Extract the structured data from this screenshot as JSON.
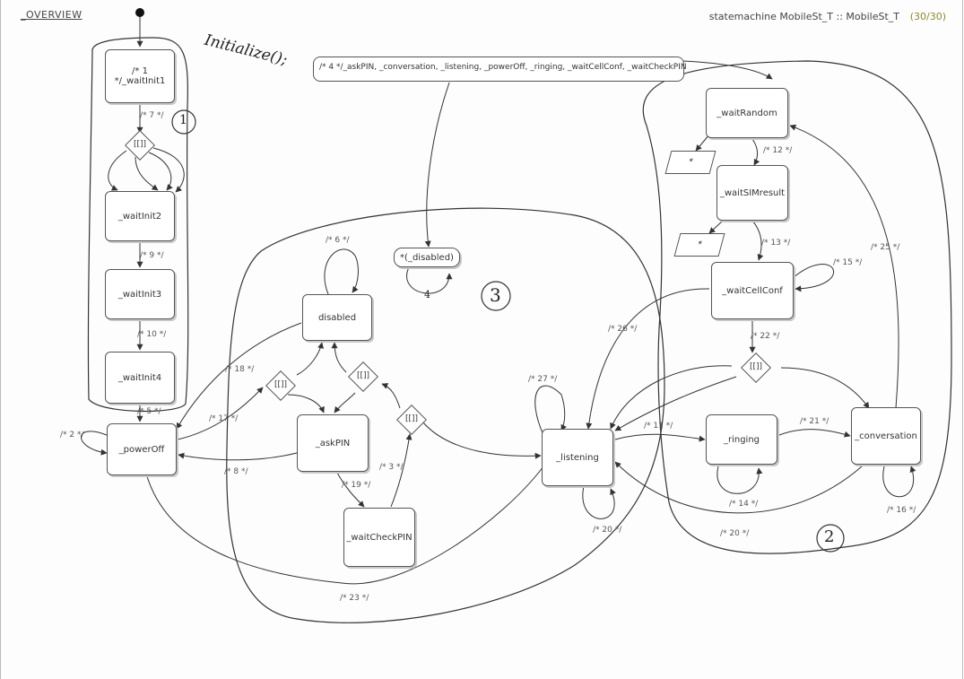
{
  "header": {
    "overview": "_OVERVIEW",
    "statemachine": "statemachine MobileSt_T :: MobileSt_T",
    "counter": "(30/30)"
  },
  "states": {
    "waitInit1": "/* 1 */_waitInit1",
    "waitInit2": "_waitInit2",
    "waitInit3": "_waitInit3",
    "waitInit4": "_waitInit4",
    "powerOff": "_powerOff",
    "disabled": "disabled",
    "askPIN": "_askPIN",
    "waitCheckPIN": "_waitCheckPIN",
    "listening": "_listening",
    "ringing": "_ringing",
    "conversation": "_conversation",
    "waitRandom": "_waitRandom",
    "waitSIMresult": "_waitSIMresult",
    "waitCellConf": "_waitCellConf",
    "disabledSub": "*(_disabled)"
  },
  "choices": {
    "c1": "[[]]",
    "c2": "[[]]",
    "c3": "[[]]",
    "c4": "[[]]",
    "c5": "[[]]"
  },
  "note": "/* 4 */_askPIN, _conversation, _listening, _powerOff, _ringing, _waitCellConf, _waitCheckPIN",
  "parallelograms": {
    "p1": "*",
    "p2": "*"
  },
  "transitions": {
    "t7": "/* 7 */",
    "t9": "/* 9 */",
    "t10a": "/* 10 */",
    "t5": "/* 5 */",
    "t2": "/* 2 */",
    "t6": "/* 6 */",
    "t18": "/* 18 */",
    "t17": "/* 17 */",
    "t8": "/* 8 */",
    "t19": "/* 19 */",
    "t3": "/* 3 */",
    "t27": "/* 27 */",
    "t26": "/* 26 */",
    "t20a": "/* 20 */",
    "t23": "/* 23 */",
    "t11": "/* 11 */",
    "t21": "/* 21 */",
    "t14": "/* 14 */",
    "t20b": "/* 20 */",
    "t16": "/* 16 */",
    "t12": "/* 12 */",
    "t13": "/* 13 */",
    "t15": "/* 15 */",
    "t22": "/* 22 */",
    "t25": "/* 25 */"
  },
  "handwriting": {
    "initialize": "Initialize();",
    "region1": "1",
    "region2": "2",
    "region3": "3",
    "loop4": "4"
  }
}
